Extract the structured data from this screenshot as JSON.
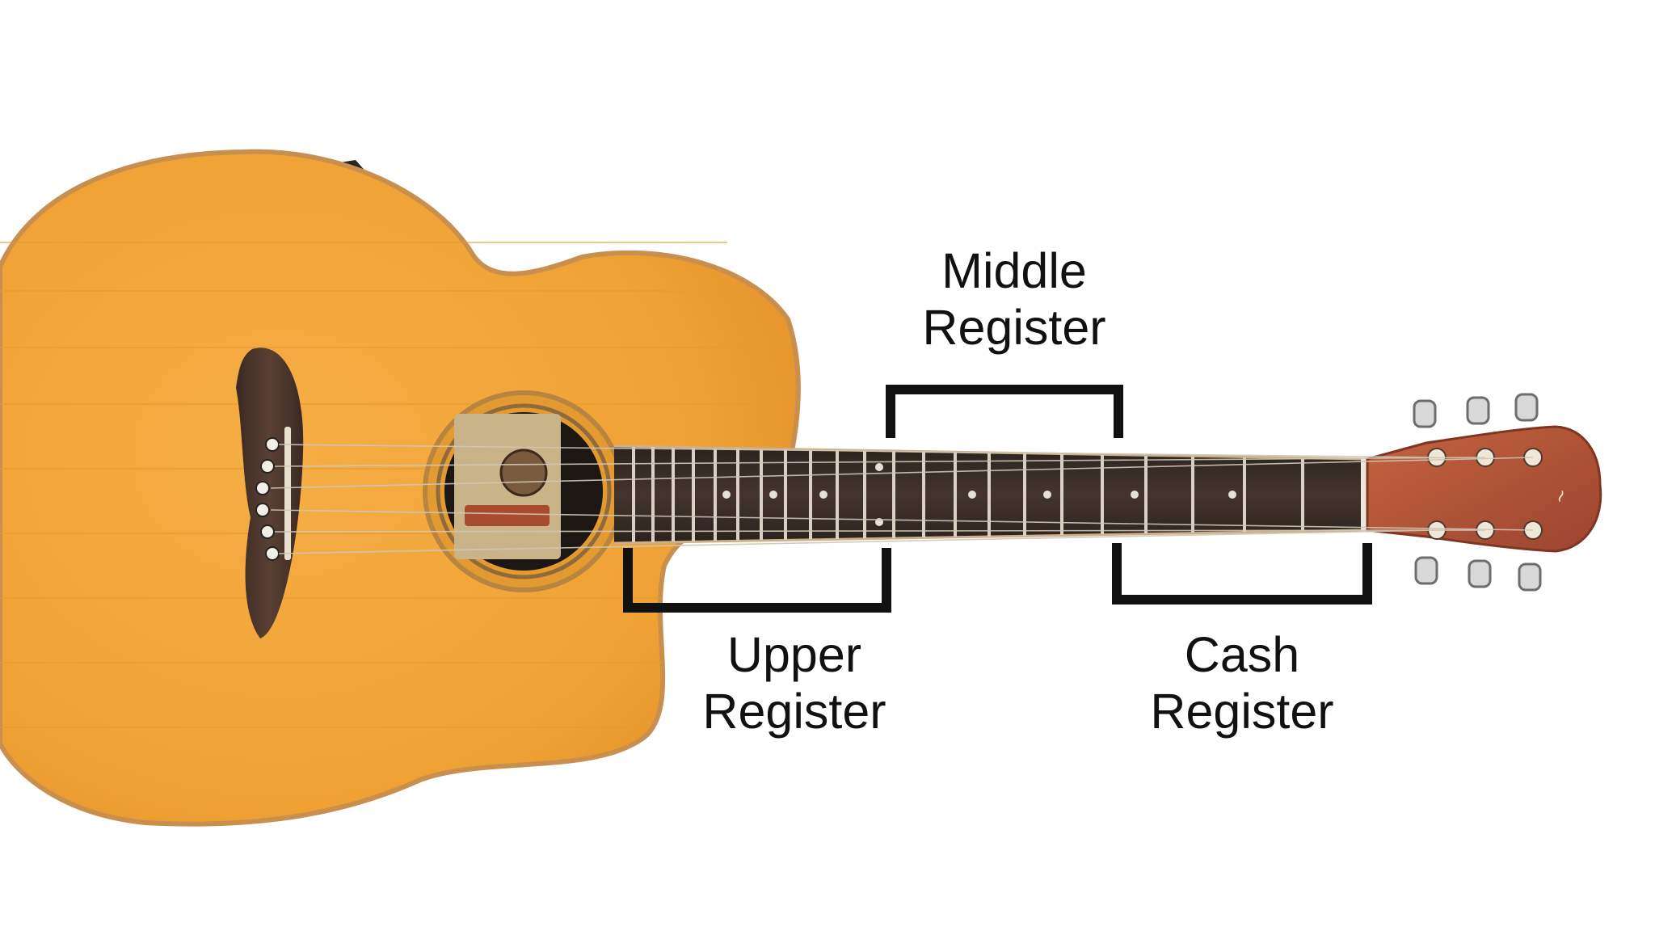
{
  "labels": {
    "middle": {
      "line1": "Middle",
      "line2": "Register"
    },
    "upper": {
      "line1": "Upper",
      "line2": "Register"
    },
    "cash": {
      "line1": "Cash",
      "line2": "Register"
    }
  },
  "colors": {
    "background": "#ffffff",
    "body_wood": "#f0a437",
    "binding": "#c98f4e",
    "fretboard": "#3a2d27",
    "frets": "#d9d2c4",
    "headstock": "#b5573c",
    "bracket": "#111111",
    "text": "#111111"
  }
}
